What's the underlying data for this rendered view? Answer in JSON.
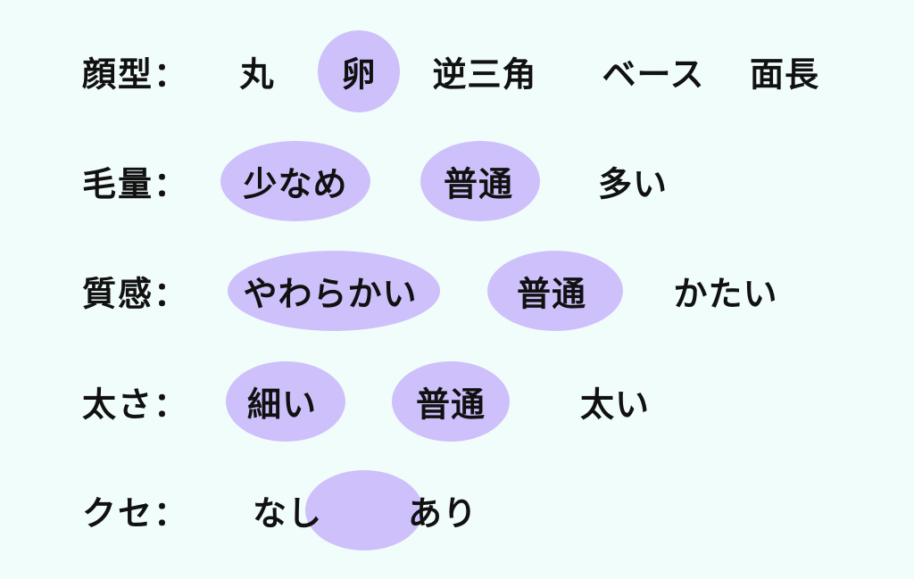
{
  "colors": {
    "background": "#f1fdfb",
    "highlight": "#cec0fb",
    "text": "#111111"
  },
  "rows": [
    {
      "label": "顔型：",
      "options": [
        "丸",
        "卵",
        "逆三角",
        "ベース",
        "面長"
      ]
    },
    {
      "label": "毛量：",
      "options": [
        "少なめ",
        "普通",
        "多い"
      ]
    },
    {
      "label": "質感：",
      "options": [
        "やわらかい",
        "普通",
        "かたい"
      ]
    },
    {
      "label": "太さ：",
      "options": [
        "細い",
        "普通",
        "太い"
      ]
    },
    {
      "label": "クセ：",
      "options": [
        "なし",
        "あり"
      ]
    }
  ]
}
